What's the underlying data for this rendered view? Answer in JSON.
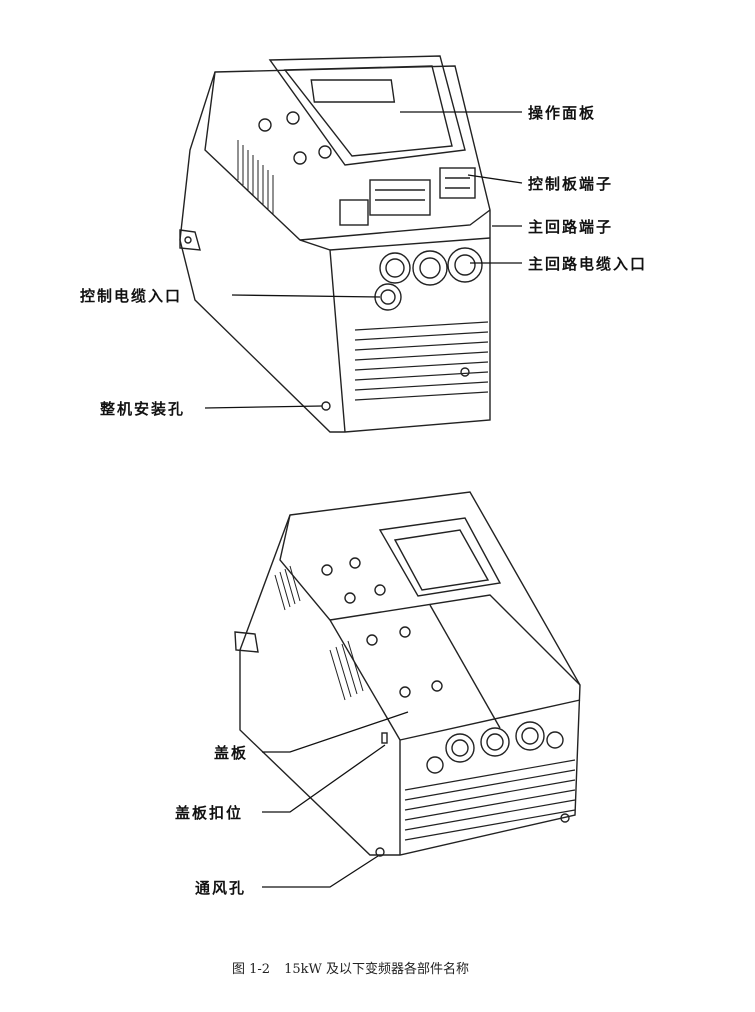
{
  "figure_top": {
    "labels": {
      "operation_panel": "操作面板",
      "control_board_terminal": "控制板端子",
      "main_circuit_terminal": "主回路端子",
      "main_circuit_cable_inlet": "主回路电缆入口",
      "control_cable_inlet": "控制电缆入口",
      "mounting_hole": "整机安装孔"
    }
  },
  "figure_bottom": {
    "labels": {
      "cover_plate": "盖板",
      "cover_latch": "盖板扣位",
      "vent_holes": "通风孔"
    }
  },
  "caption": {
    "number": "图 1-2",
    "text": "15kW 及以下变频器各部件名称"
  }
}
